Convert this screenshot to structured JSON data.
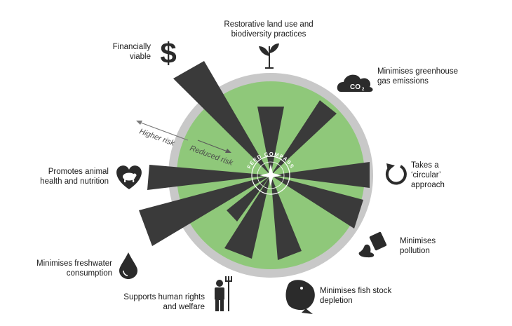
{
  "center_logo": "FEED COMPASS",
  "risk_arrows": {
    "outward": "Higher risk",
    "inward": "Reduced risk"
  },
  "colors": {
    "outer_ring": "#c8c8c8",
    "inner_disc": "#8fc87a",
    "wedge": "#3a3a3a",
    "icon": "#2b2b2b",
    "arrow": "#7a7a7a"
  },
  "criteria": [
    {
      "id": "financially-viable",
      "label": "Financially\nviable",
      "icon": "dollar-icon"
    },
    {
      "id": "restorative-land-use",
      "label": "Restorative land use and\nbiodiversity practices",
      "icon": "seedling-icon"
    },
    {
      "id": "greenhouse-gas",
      "label": "Minimises greenhouse\ngas emissions",
      "icon": "co2-cloud-icon"
    },
    {
      "id": "circular-approach",
      "label": "Takes a\n‘circular’\napproach",
      "icon": "circular-arrow-icon"
    },
    {
      "id": "pollution",
      "label": "Minimises\npollution",
      "icon": "spilling-barrel-icon"
    },
    {
      "id": "fish-stock",
      "label": "Minimises fish stock\ndepletion",
      "icon": "fish-icon"
    },
    {
      "id": "human-rights",
      "label": "Supports human rights\nand welfare",
      "icon": "farmer-pitchfork-icon"
    },
    {
      "id": "freshwater",
      "label": "Minimises freshwater\nconsumption",
      "icon": "water-drop-icon"
    },
    {
      "id": "animal-health",
      "label": "Promotes animal\nhealth and nutrition",
      "icon": "heart-pig-icon"
    }
  ]
}
